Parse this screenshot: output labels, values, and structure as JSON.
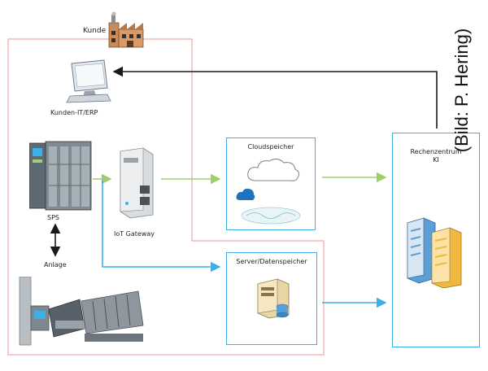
{
  "diagram": {
    "kunde_label": "Kunde",
    "kunden_it_label": "Kunden-IT/ERP",
    "sps_label": "SPS",
    "anlage_label": "Anlage",
    "iot_gateway_label": "IoT Gateway",
    "cloudspeicher_title": "Cloudspeicher",
    "server_title": "Server/Datenspeicher",
    "rechenzentrum_title": "Rechenzentrum",
    "ki_label": "KI",
    "credit": "(Bild: P. Hering)"
  },
  "colors": {
    "customer_border": "#f2b8b8",
    "blue": "#3ab0e6",
    "green": "#9ccf6a",
    "black_arrow": "#1a1a1a"
  }
}
